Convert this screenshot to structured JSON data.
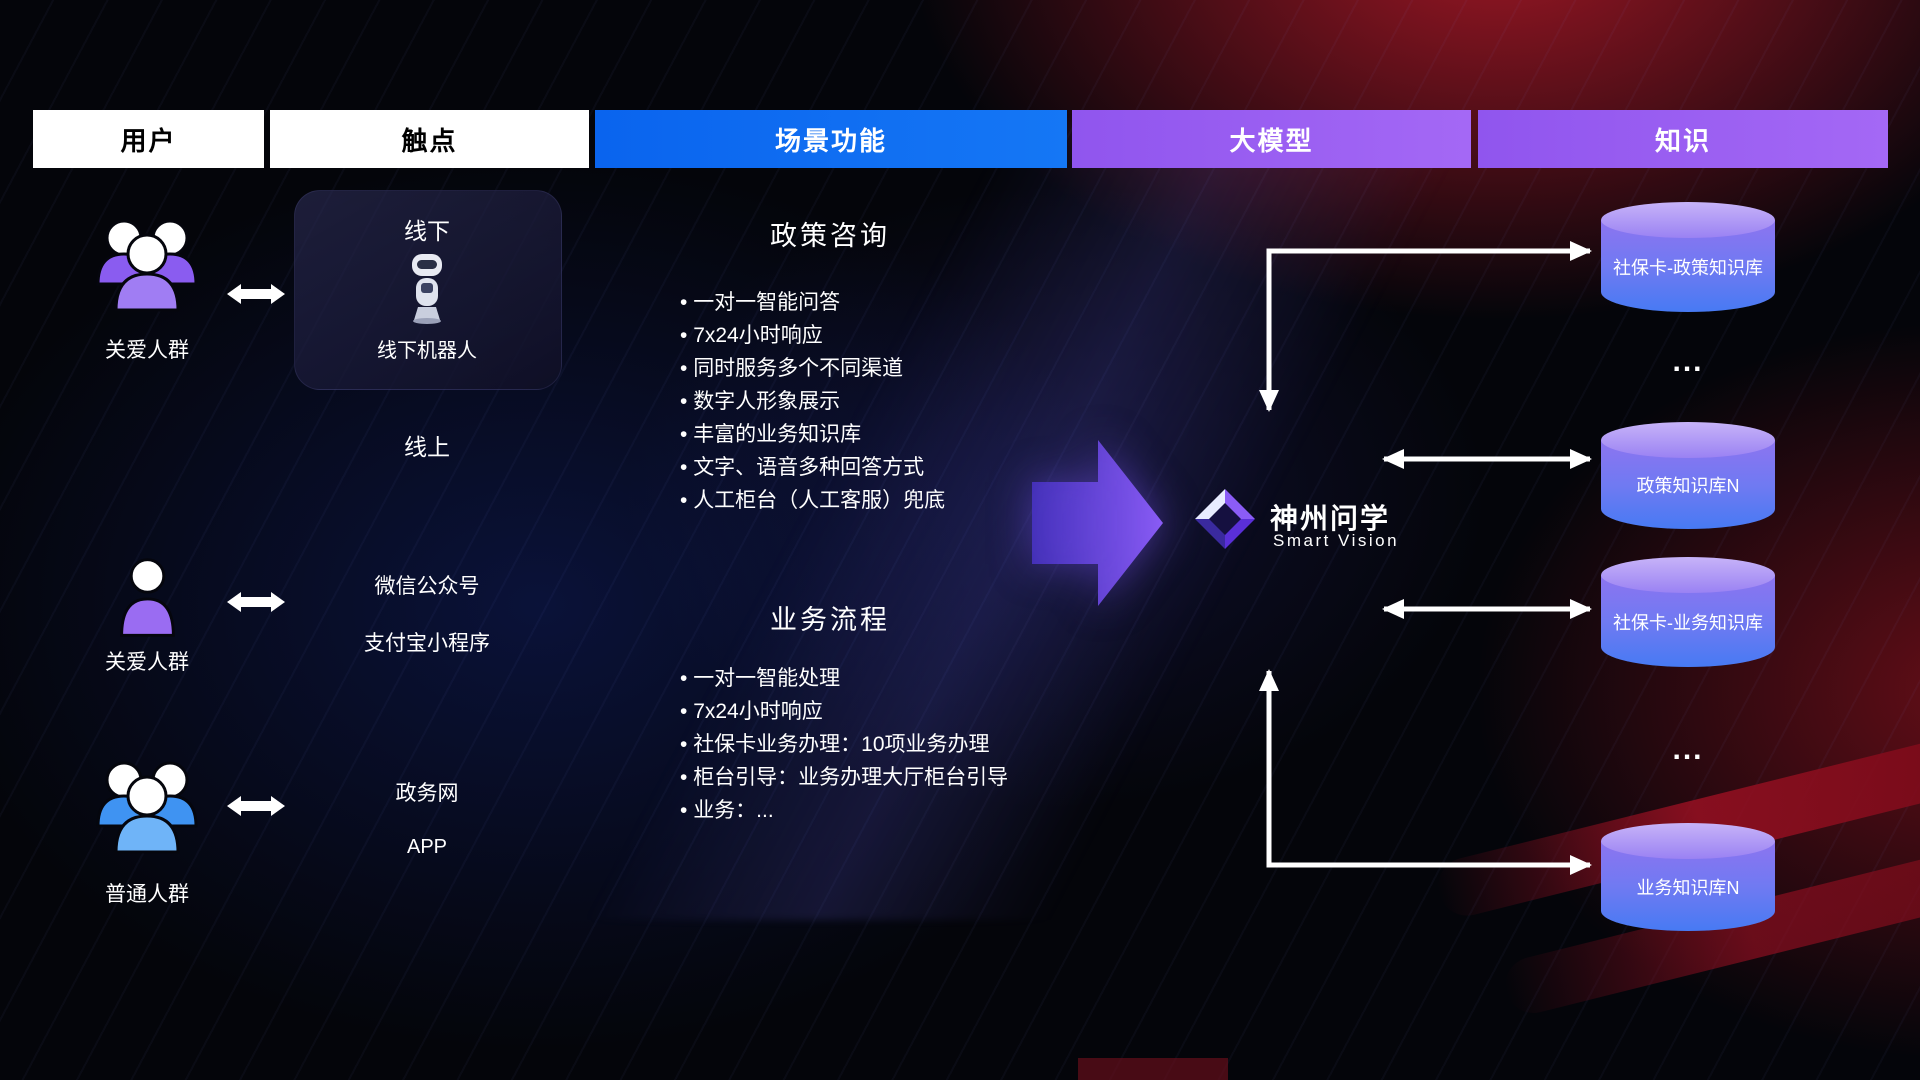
{
  "header": {
    "columns": [
      {
        "label": "用户"
      },
      {
        "label": "触点"
      },
      {
        "label": "场景功能"
      },
      {
        "label": "大模型"
      },
      {
        "label": "知识"
      }
    ]
  },
  "users": {
    "rows": [
      {
        "label": "关爱人群",
        "icon": "people-group-purple-icon"
      },
      {
        "label": "关爱人群",
        "icon": "person-purple-icon"
      },
      {
        "label": "普通人群",
        "icon": "people-group-blue-icon"
      }
    ]
  },
  "touchpoints": {
    "offline_title": "线下",
    "offline_robot_label": "线下机器人",
    "online_title": "线上",
    "online_items": [
      "微信公众号",
      "支付宝小程序",
      "政务网",
      "APP"
    ]
  },
  "scenario": {
    "policy": {
      "title": "政策咨询",
      "items": [
        "一对一智能问答",
        "7x24小时响应",
        "同时服务多个不同渠道",
        "数字人形象展示",
        "丰富的业务知识库",
        "文字、语音多种回答方式",
        "人工柜台（人工客服）兜底"
      ]
    },
    "process": {
      "title": "业务流程",
      "items": [
        "一对一智能处理",
        "7x24小时响应",
        "社保卡业务办理：10项业务办理",
        "柜台引导：业务办理大厅柜台引导",
        "业务：..."
      ]
    }
  },
  "model": {
    "brand_name": "神州问学",
    "brand_sub": "Smart Vision",
    "logo_icon": "diamond-logo-icon",
    "flow_icon": "big-right-arrow-icon"
  },
  "knowledge": {
    "databases": [
      {
        "label": "社保卡-政策知识库"
      },
      {
        "label": "政策知识库N"
      },
      {
        "label": "社保卡-业务知识库"
      },
      {
        "label": "业务知识库N"
      }
    ],
    "ellipsis": "..."
  },
  "colors": {
    "header_tab_white": "#ffffff",
    "header_tab_blue": "#0e6ef2",
    "header_tab_purple": "#9a5ff0",
    "user_purple": "#8a5cf0",
    "user_blue": "#4d9df5",
    "db_gradient_top": "#b9a4f6",
    "db_gradient_bottom": "#477af3",
    "arrow_white": "#ffffff",
    "flow_arrow_purple": "#7b52e8"
  }
}
